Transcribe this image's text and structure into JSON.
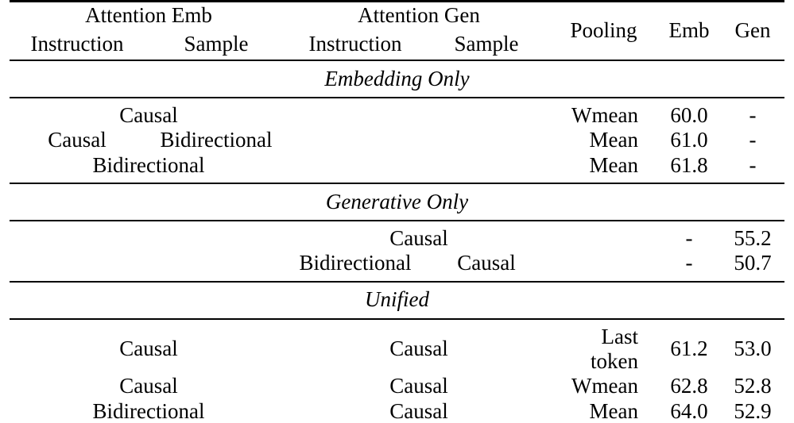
{
  "table": {
    "header": {
      "groups": [
        {
          "label": "Attention Emb",
          "span": 2
        },
        {
          "label": "Attention Gen",
          "span": 2
        }
      ],
      "columns": [
        "Instruction",
        "Sample",
        "Instruction",
        "Sample",
        "Pooling",
        "Emb",
        "Gen"
      ]
    },
    "sections": [
      {
        "label": "Embedding Only",
        "rows": [
          {
            "emb_span": "Causal",
            "emb_instruction": "",
            "emb_sample": "",
            "gen_instruction": "",
            "gen_sample": "",
            "pooling": "Wmean",
            "emb": "60.0",
            "gen": "-",
            "bold": []
          },
          {
            "emb_span": "",
            "emb_instruction": "Causal",
            "emb_sample": "Bidirectional",
            "gen_instruction": "",
            "gen_sample": "",
            "pooling": "Mean",
            "emb": "61.0",
            "gen": "-",
            "bold": []
          },
          {
            "emb_span": "Bidirectional",
            "emb_instruction": "",
            "emb_sample": "",
            "gen_instruction": "",
            "gen_sample": "",
            "pooling": "Mean",
            "emb": "61.8",
            "gen": "-",
            "bold": []
          }
        ]
      },
      {
        "label": "Generative Only",
        "rows": [
          {
            "emb_span": "",
            "emb_instruction": "",
            "emb_sample": "",
            "gen_span": "Causal",
            "gen_instruction": "",
            "gen_sample": "",
            "pooling": "",
            "emb": "-",
            "gen": "55.2",
            "bold": [
              "gen"
            ]
          },
          {
            "emb_span": "",
            "emb_instruction": "",
            "emb_sample": "",
            "gen_span": "",
            "gen_instruction": "Bidirectional",
            "gen_sample": "Causal",
            "pooling": "",
            "emb": "-",
            "gen": "50.7",
            "bold": []
          }
        ]
      },
      {
        "label": "Unified",
        "rows": [
          {
            "emb_span": "Causal",
            "gen_span": "Causal",
            "pooling": "Last token",
            "emb": "61.2",
            "gen": "53.0",
            "bold": []
          },
          {
            "emb_span": "Causal",
            "gen_span": "Causal",
            "pooling": "Wmean",
            "emb": "62.8",
            "gen": "52.8",
            "bold": []
          },
          {
            "emb_span": "Bidirectional",
            "gen_span": "Causal",
            "pooling": "Mean",
            "emb": "64.0",
            "gen": "52.9",
            "bold": [
              "emb_span",
              "gen_span",
              "pooling",
              "emb"
            ]
          }
        ]
      }
    ]
  },
  "colors": {
    "rule": "#000000",
    "vertical_separator": "#555555",
    "text": "#000000",
    "background": "#ffffff"
  }
}
